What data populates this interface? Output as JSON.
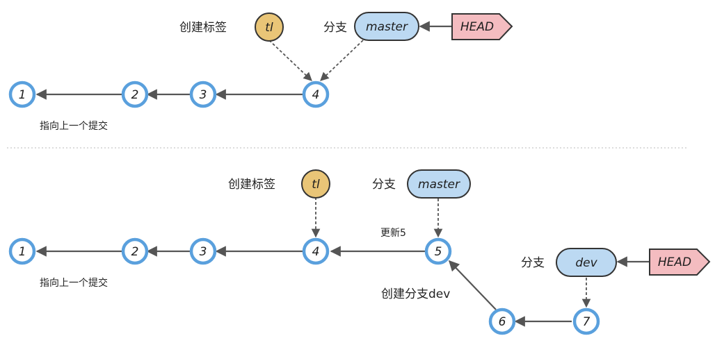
{
  "top": {
    "commits": [
      "1",
      "2",
      "3",
      "4"
    ],
    "tag": {
      "caption": "创建标签",
      "name": "tl"
    },
    "branch": {
      "caption": "分支",
      "name": "master"
    },
    "head": "HEAD",
    "note": "指向上一个提交"
  },
  "bottom": {
    "commits": [
      "1",
      "2",
      "3",
      "4",
      "5",
      "6",
      "7"
    ],
    "tag": {
      "caption": "创建标签",
      "name": "tl"
    },
    "branch_master": {
      "caption": "分支",
      "name": "master"
    },
    "branch_dev": {
      "caption": "分支",
      "name": "dev"
    },
    "head": "HEAD",
    "note": "指向上一个提交",
    "update_note": "更新5",
    "create_branch_note": "创建分支dev"
  },
  "colors": {
    "commit_stroke": "#5aa0dd",
    "tag_fill": "#e9c577",
    "branch_fill": "#bcd9f2",
    "head_fill": "#f4bcc0",
    "edge": "#555555"
  }
}
